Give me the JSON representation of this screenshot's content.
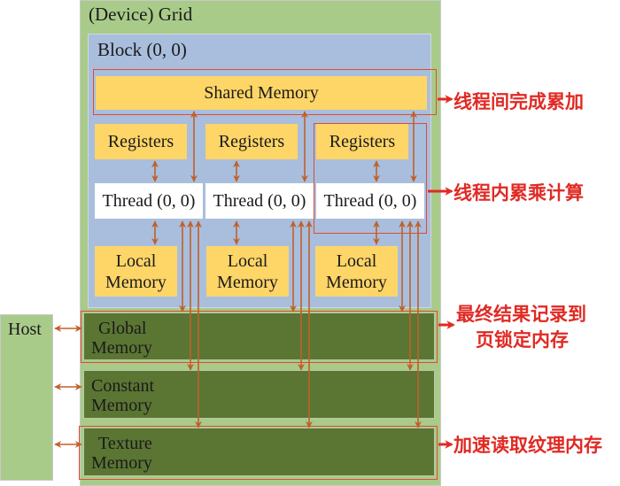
{
  "diagram": {
    "grid_title": "(Device) Grid",
    "block_title": "Block (0, 0)",
    "shared_memory": "Shared Memory",
    "threads": [
      {
        "registers": "Registers",
        "thread": "Thread (0, 0)",
        "local_memory": [
          "Local",
          "Memory"
        ]
      },
      {
        "registers": "Registers",
        "thread": "Thread (0, 0)",
        "local_memory": [
          "Local",
          "Memory"
        ]
      },
      {
        "registers": "Registers",
        "thread": "Thread (0, 0)",
        "local_memory": [
          "Local",
          "Memory"
        ]
      }
    ],
    "global_memory": [
      "Global",
      "Memory"
    ],
    "constant_memory": [
      "Constant",
      "Memory"
    ],
    "texture_memory": [
      "Texture",
      "Memory"
    ],
    "host": "Host",
    "annotations": {
      "shared": "线程间完成累加",
      "thread": "线程内累乘计算",
      "global_line1": "最终结果记录到",
      "global_line2": "页锁定内存",
      "texture": "加速读取纹理内存"
    },
    "colors": {
      "grid": "#a9cb89",
      "block": "#a9bedd",
      "yellow": "#fed567",
      "device_memory": "#5b7533",
      "arrow": "#c0602a",
      "highlight": "#e04a36",
      "annotation_text": "#e02a24"
    }
  }
}
